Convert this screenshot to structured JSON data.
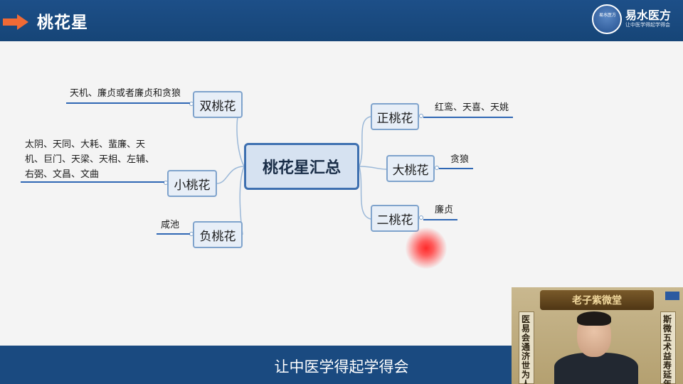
{
  "header": {
    "title": "桃花星",
    "logo": {
      "badge_text": "易水医方",
      "title": "易水医方",
      "slogan": "让中医学得起学得会"
    }
  },
  "mindmap": {
    "center": "桃花星汇总",
    "left_branches": [
      {
        "label": "双桃花",
        "detail_lines": [
          "天机、廉贞或者廉贞和贪狼"
        ]
      },
      {
        "label": "小桃花",
        "detail_lines": [
          "太阴、天同、大耗、蜚廉、天",
          "机、巨门、天梁、天相、左辅、",
          "右弼、文昌、文曲"
        ]
      },
      {
        "label": "负桃花",
        "detail_lines": [
          "咸池"
        ]
      }
    ],
    "right_branches": [
      {
        "label": "正桃花",
        "detail_lines": [
          "红鸾、天喜、天姚"
        ]
      },
      {
        "label": "大桃花",
        "detail_lines": [
          "贪狼"
        ]
      },
      {
        "label": "二桃花",
        "detail_lines": [
          "廉贞"
        ]
      }
    ]
  },
  "footer": {
    "subtitle": "让中医学得起学得会"
  },
  "webcam": {
    "banner": "老子紫微堂",
    "scroll_left": "医易会通济世为人",
    "scroll_right": "斯微五术益寿延年"
  },
  "colors": {
    "header": "#1d4f88",
    "accent_arrow": "#f06a35",
    "node_border": "#7fa3cc",
    "leaf_line": "#2f67b4"
  }
}
